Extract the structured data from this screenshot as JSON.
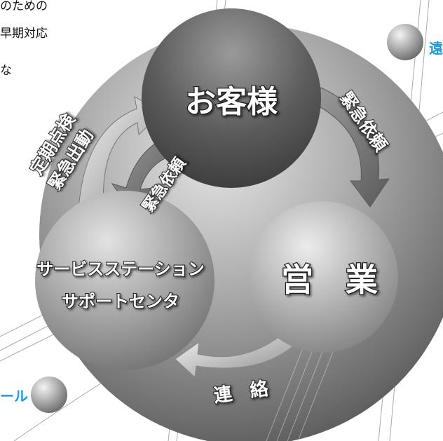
{
  "intro_lines": [
    "のための",
    "早期対応",
    "な"
  ],
  "spheres": {
    "customer": {
      "label": "お客様"
    },
    "sales": {
      "label": "営　業"
    },
    "service": {
      "line1": "サービスステーション",
      "line2": "サポートセンタ"
    }
  },
  "arrows": {
    "top_right": {
      "label": "緊急依頼"
    },
    "inner_left": {
      "label": "緊急依頼"
    },
    "outer_left": {
      "line1": "定期点検",
      "line2": "緊急出動"
    },
    "bottom": {
      "label": "連　絡"
    }
  },
  "edge_labels": {
    "right": "遠",
    "left": "ール"
  },
  "colors": {
    "accent_blue": "#1a9be0",
    "text_dark": "#1a1a1a"
  }
}
